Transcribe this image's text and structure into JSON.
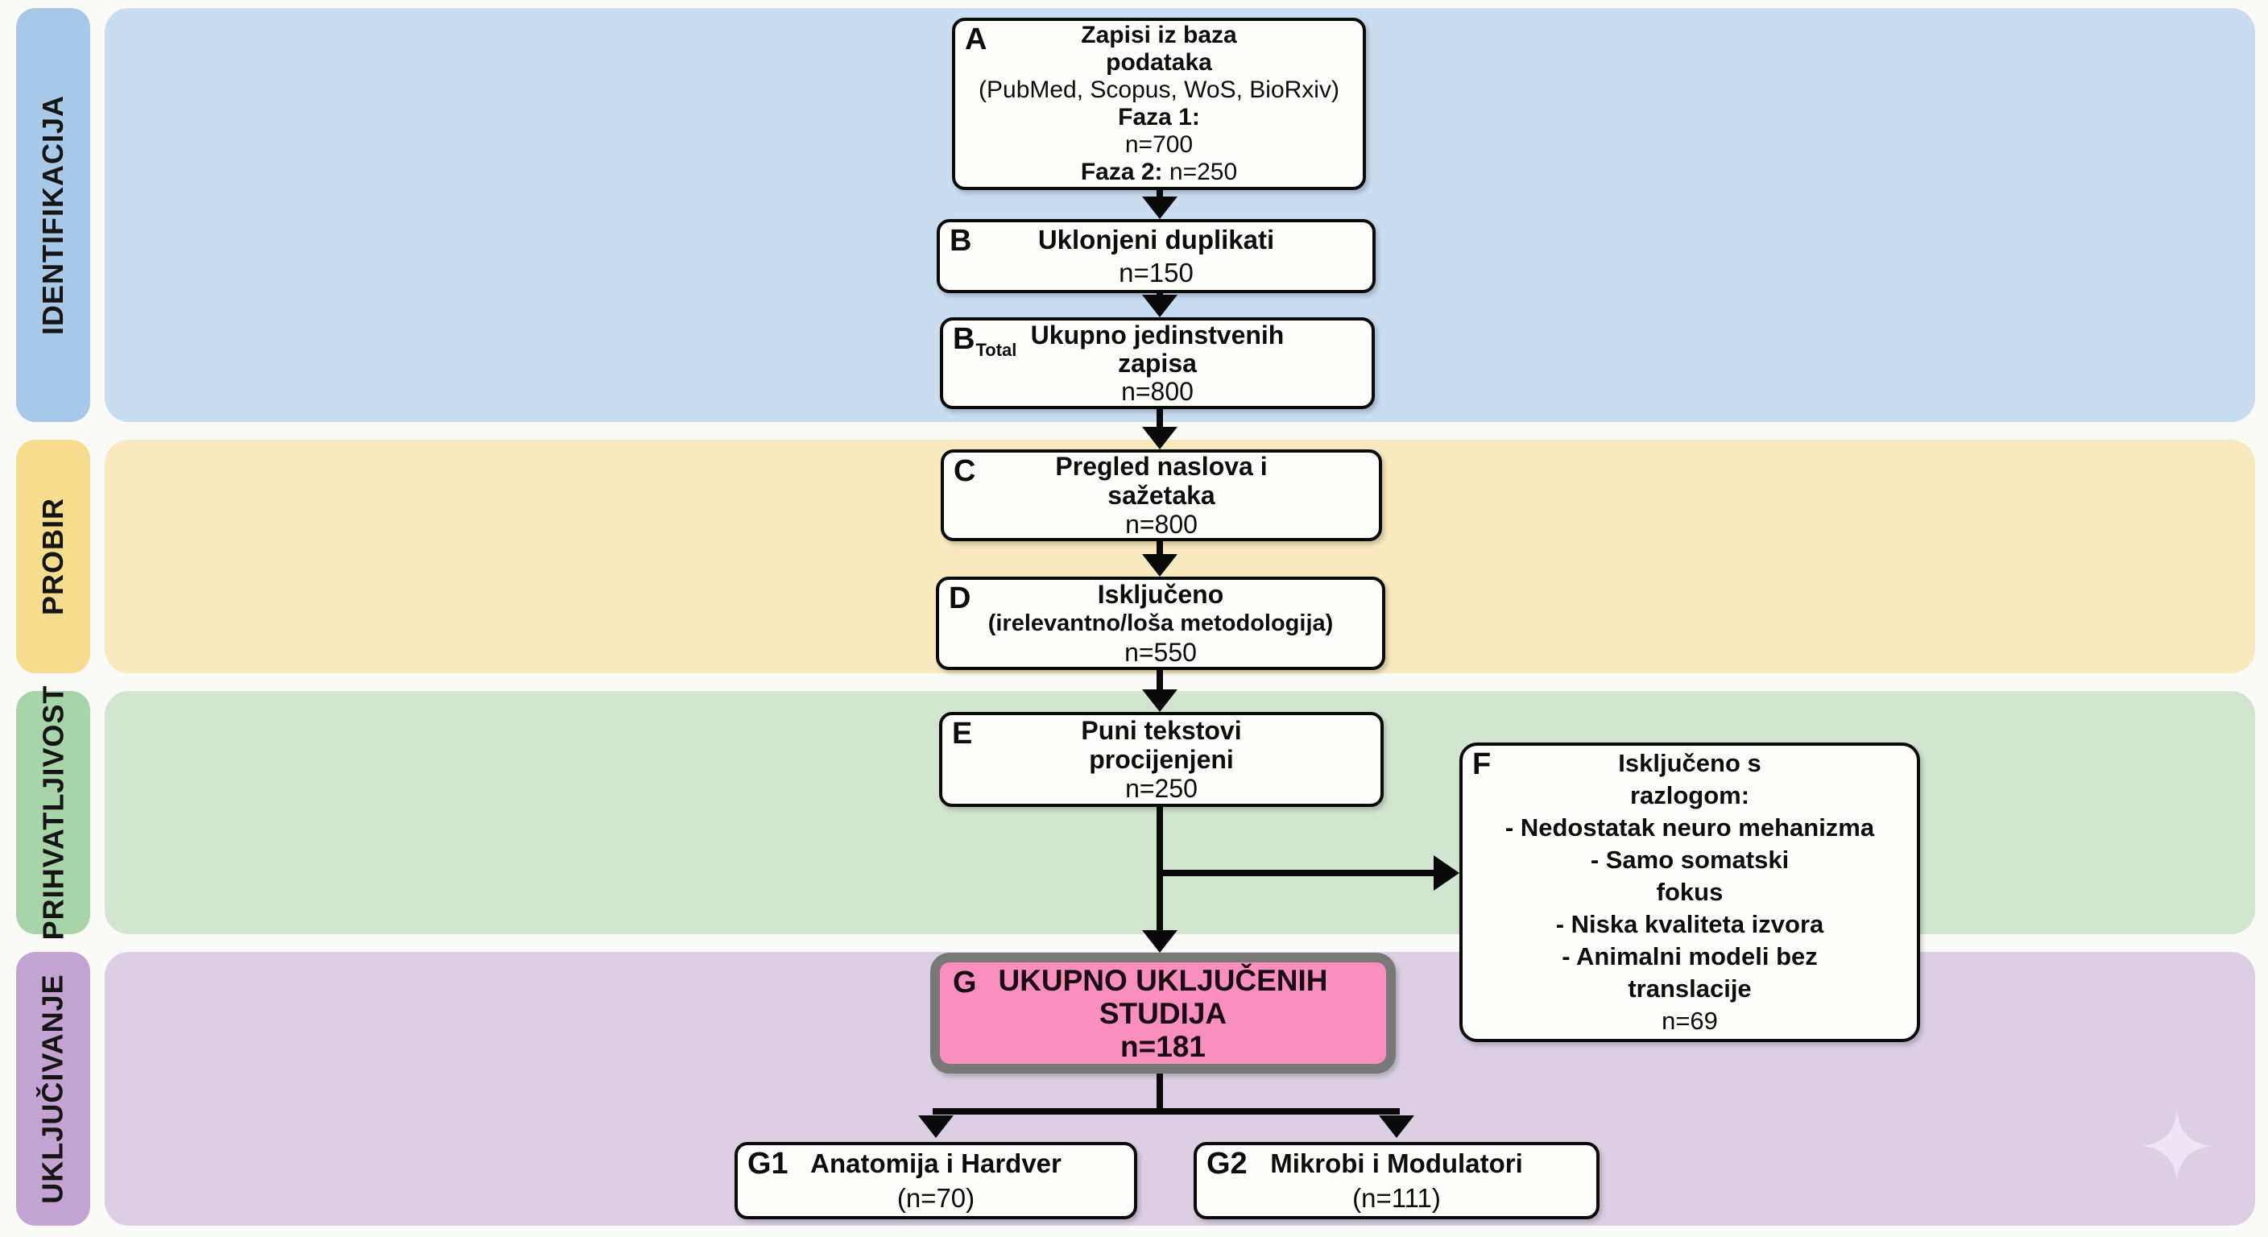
{
  "colors": {
    "page_bg": "#FAFAF6",
    "band_blue": "#C9DCF0",
    "tab_blue": "#A8C8E8",
    "band_yellow": "#F8E9BF",
    "tab_yellow": "#F6DC8E",
    "band_green": "#D2E5D1",
    "tab_green": "#A7D5A9",
    "band_purple": "#DCCFE4",
    "tab_purple": "#C2A3D2",
    "box_fill": "#FDFDFC",
    "box_border": "#0A0A0A",
    "highlight_fill": "#F98FBE",
    "highlight_border": "#787876",
    "arrow": "#0A0A0A",
    "sparkle": "#EFE4F3"
  },
  "phases": [
    {
      "label": "IDENTIFIKACIJA"
    },
    {
      "label": "PROBIR"
    },
    {
      "label": "PRIHVATLJIVOST"
    },
    {
      "label": "UKLJUČIVANJE"
    }
  ],
  "flow": {
    "a": {
      "label": "A",
      "title1": "Zapisi iz baza",
      "title2": "podataka",
      "sources": "(PubMed, Scopus, WoS, BioRxiv)",
      "phase1_label": "Faza 1:",
      "phase1_n": "n=700",
      "phase2_label": "Faza 2:",
      "phase2_n": "n=250"
    },
    "b": {
      "label": "B",
      "title": "Uklonjeni duplikati",
      "n": "n=150"
    },
    "b_total": {
      "label_main": "B",
      "label_sub": "Total",
      "title1": "Ukupno jedinstvenih",
      "title2": "zapisa",
      "n": "n=800"
    },
    "c": {
      "label": "C",
      "title1": "Pregled naslova i",
      "title2": "sažetaka",
      "n": "n=800"
    },
    "d": {
      "label": "D",
      "title1": "Isključeno",
      "title2": "(irelevantno/loša metodologija)",
      "n": "n=550"
    },
    "e": {
      "label": "E",
      "title1": "Puni tekstovi",
      "title2": "procijenjeni",
      "n": "n=250"
    },
    "f": {
      "label": "F",
      "title1": "Isključeno s",
      "title2": "razlogom:",
      "reasons": [
        "- Nedostatak neuro mehanizma",
        "- Samo somatski",
        "fokus",
        "- Niska kvaliteta izvora",
        "- Animalni modeli bez",
        "translacije"
      ],
      "n": "n=69"
    },
    "g": {
      "label": "G",
      "title1": "UKUPNO UKLJUČENIH",
      "title2": "STUDIJA",
      "n": "n=181"
    },
    "g1": {
      "label": "G1",
      "title": "Anatomija i Hardver",
      "n": "(n=70)"
    },
    "g2": {
      "label": "G2",
      "title": "Mikrobi i Modulatori",
      "n": "(n=111)"
    }
  },
  "connections": [
    "A→B",
    "B→B_Total",
    "B_Total→C",
    "C→D",
    "D→E",
    "E→F",
    "E→G",
    "G→G1",
    "G→G2"
  ]
}
